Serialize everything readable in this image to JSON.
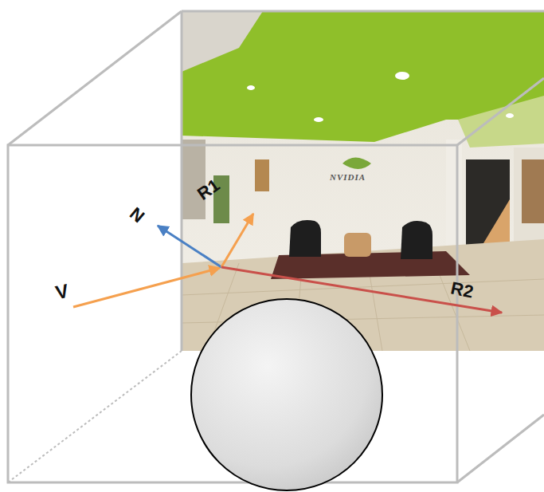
{
  "diagram": {
    "labels": [
      "R1",
      "NVIDIA",
      "N",
      "V",
      "R2"
    ]
  }
}
